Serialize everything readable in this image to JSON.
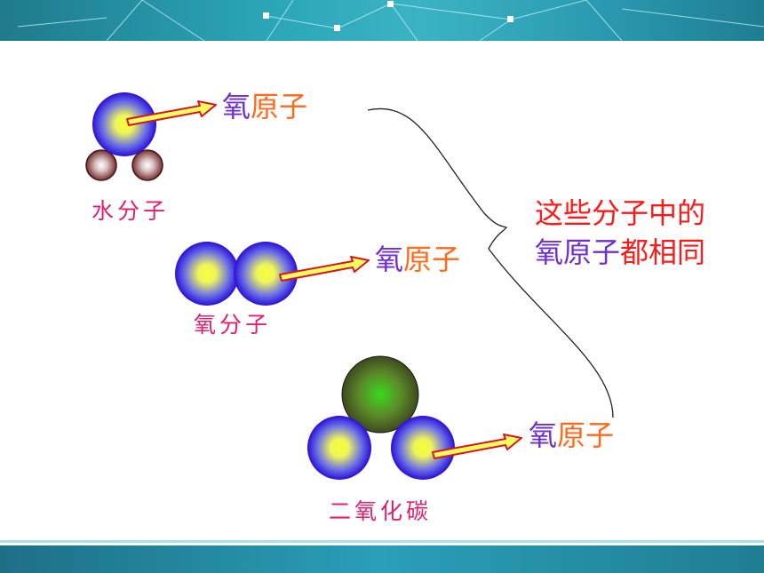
{
  "atom_label": {
    "part1": "氧",
    "part2": "原子"
  },
  "molecules": {
    "water": "水分子",
    "oxygen": "氧分子",
    "co2": "二氧化碳"
  },
  "note": {
    "line1": "这些分子中的",
    "line2_part1": "氧原子",
    "line2_part2": "都相同"
  },
  "colors": {
    "oxygen_atom_edge": "#3a16d8",
    "oxygen_atom_center": "#f4ff3a",
    "hydrogen_atom": "#7a2e2e",
    "carbon_atom": "#4a6e1e",
    "arrow_fill": "#f6ff60",
    "arrow_stroke": "#d8151f",
    "header": "#2aa6b8"
  }
}
